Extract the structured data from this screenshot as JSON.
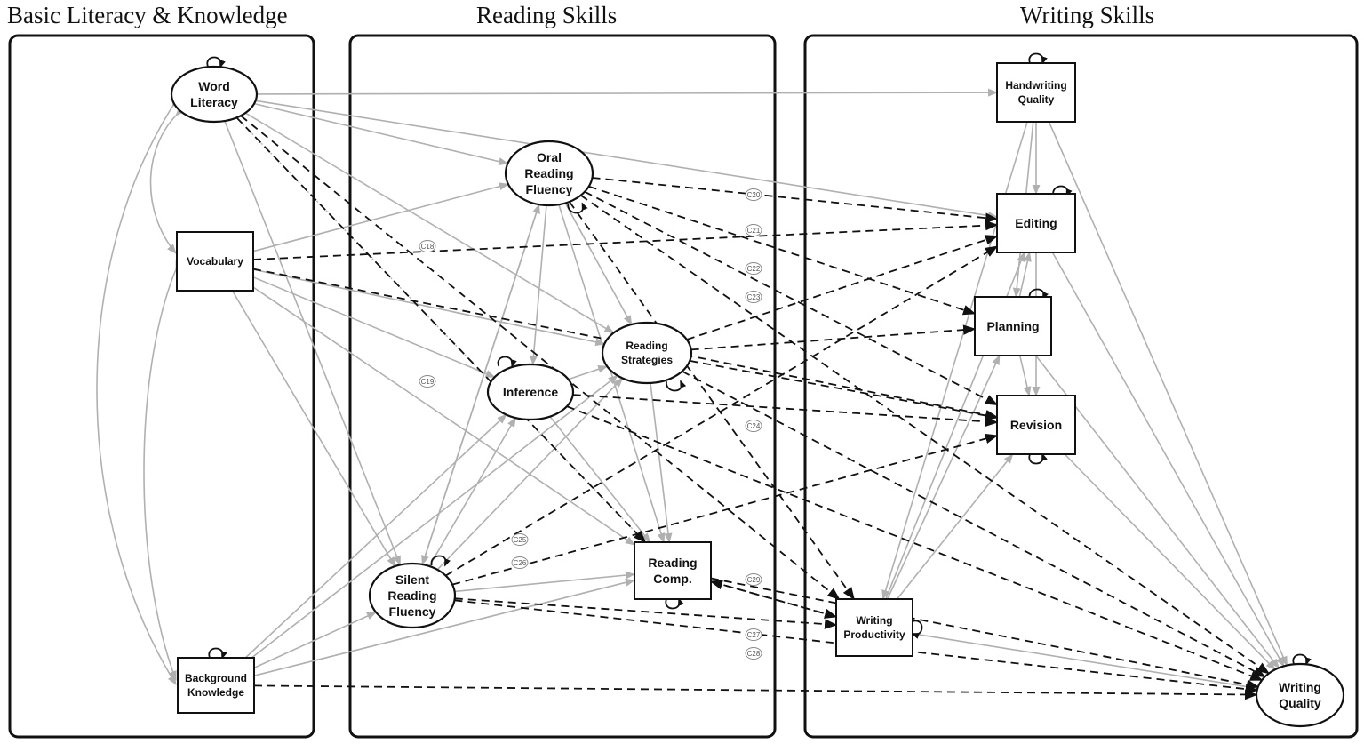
{
  "panels": [
    {
      "id": "basic",
      "title": "Basic Literacy & Knowledge"
    },
    {
      "id": "reading",
      "title": "Reading Skills"
    },
    {
      "id": "writing",
      "title": "Writing Skills"
    }
  ],
  "nodes": [
    {
      "id": "word_literacy",
      "shape": "ellipse",
      "lines": [
        "Word",
        "Literacy"
      ]
    },
    {
      "id": "vocabulary",
      "shape": "rect",
      "lines": [
        "Vocabulary"
      ]
    },
    {
      "id": "background_knowledge",
      "shape": "rect",
      "lines": [
        "Background",
        "Knowledge"
      ]
    },
    {
      "id": "oral_reading_fluency",
      "shape": "ellipse",
      "lines": [
        "Oral",
        "Reading",
        "Fluency"
      ]
    },
    {
      "id": "reading_strategies",
      "shape": "ellipse",
      "lines": [
        "Reading",
        "Strategies"
      ]
    },
    {
      "id": "inference",
      "shape": "ellipse",
      "lines": [
        "Inference"
      ]
    },
    {
      "id": "silent_reading_fluency",
      "shape": "ellipse",
      "lines": [
        "Silent",
        "Reading",
        "Fluency"
      ]
    },
    {
      "id": "reading_comp",
      "shape": "rect",
      "lines": [
        "Reading",
        "Comp."
      ]
    },
    {
      "id": "handwriting_quality",
      "shape": "rect",
      "lines": [
        "Handwriting",
        "Quality"
      ]
    },
    {
      "id": "editing",
      "shape": "rect",
      "lines": [
        "Editing"
      ]
    },
    {
      "id": "planning",
      "shape": "rect",
      "lines": [
        "Planning"
      ]
    },
    {
      "id": "revision",
      "shape": "rect",
      "lines": [
        "Revision"
      ]
    },
    {
      "id": "writing_productivity",
      "shape": "rect",
      "lines": [
        "Writing",
        "Productivity"
      ]
    },
    {
      "id": "writing_quality",
      "shape": "ellipse",
      "lines": [
        "Writing",
        "Quality"
      ]
    }
  ],
  "path_labels": [
    "C18",
    "C19",
    "C20",
    "C21",
    "C22",
    "C23",
    "C24",
    "C25",
    "C26",
    "C27",
    "C28",
    "C29"
  ],
  "colors": {
    "solid_path": "#b0b0b0",
    "dashed_path": "#111111",
    "dotted_path": "#b8b8b8",
    "border": "#111111"
  }
}
